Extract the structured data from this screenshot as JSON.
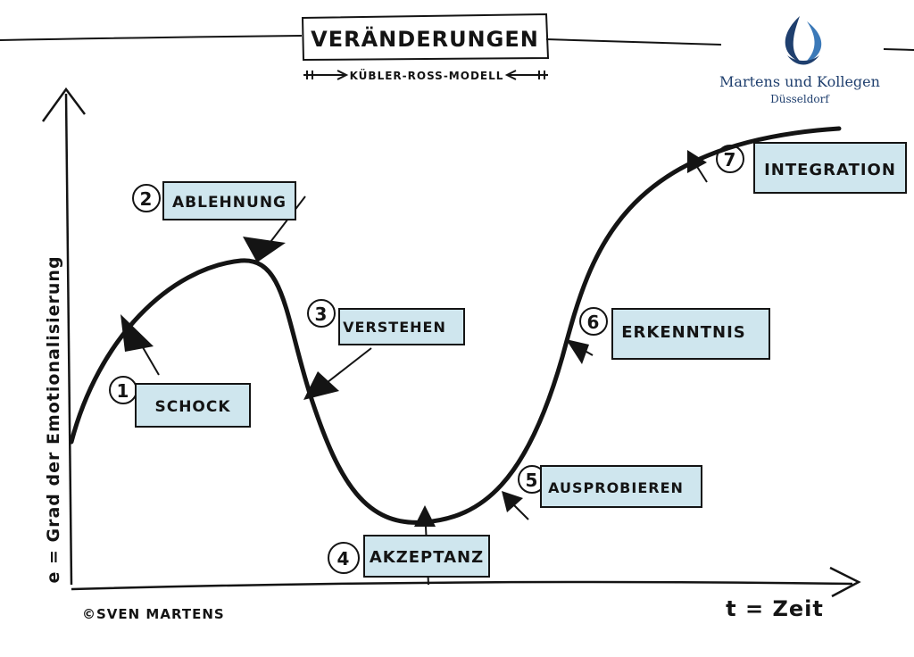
{
  "title": "VERÄNDERUNGEN",
  "subtitle": "KÜBLER-ROSS-MODELL",
  "brand": {
    "name": "Martens und Kollegen",
    "city": "Düsseldorf",
    "color": "#1f3f6e"
  },
  "axes": {
    "y_label": "e = Grad der Emotionalisierung",
    "x_label": "t = Zeit"
  },
  "copyright": "©SVEN MARTENS",
  "phases": [
    {
      "number": "1",
      "label": "SCHOCK"
    },
    {
      "number": "2",
      "label": "ABLEHNUNG"
    },
    {
      "number": "3",
      "label": "VERSTEHEN"
    },
    {
      "number": "4",
      "label": "AKZEPTANZ"
    },
    {
      "number": "5",
      "label": "AUSPROBIEREN"
    },
    {
      "number": "6",
      "label": "ERKENNTNIS"
    },
    {
      "number": "7",
      "label": "INTEGRATION"
    }
  ],
  "colors": {
    "ink": "#141414",
    "label_fill": "#cfe6ee"
  }
}
